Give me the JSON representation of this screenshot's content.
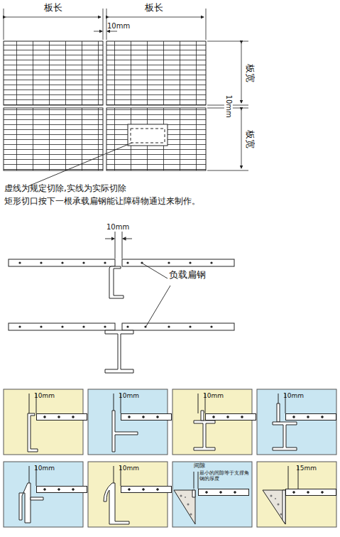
{
  "diagram": {
    "labels": [
      "板长",
      "板长",
      "10mm",
      "10mm",
      "板宽",
      "板宽",
      "虚线为规定切除,实线为实际切除",
      "矩形切口按下一根承载扁钢能让障碍物通过来制作。",
      "10mm",
      "负载扁钢",
      "10mm",
      "10mm",
      "10mm",
      "10mm",
      "10mm",
      "10mm",
      "间隙",
      "最小的间隙等于支撑角钢的厚度",
      "15mm"
    ]
  }
}
